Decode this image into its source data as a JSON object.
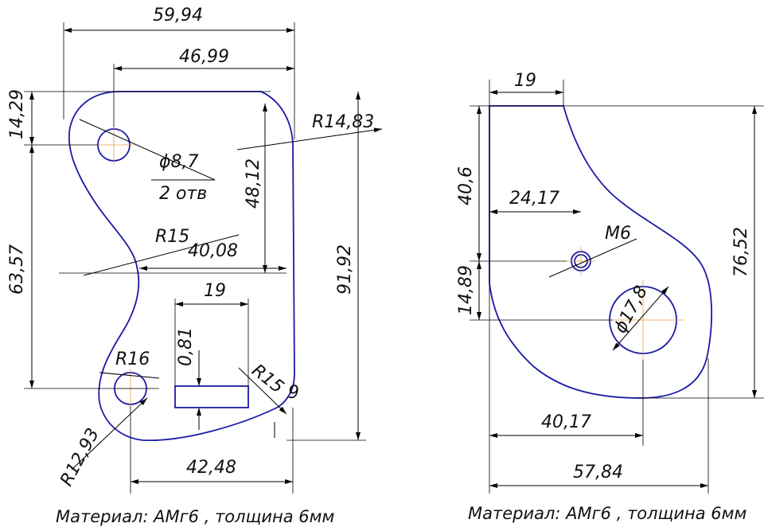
{
  "left_part": {
    "dims": {
      "overall_width": "59,94",
      "hole_to_edge": "46,99",
      "top_offset": "14,29",
      "radius_top_right": "R14,83",
      "hole_dia": "ϕ8,7",
      "hole_count": "2 отв",
      "vert_48": "48,12",
      "radius_waist": "R15",
      "waist_width": "40,08",
      "slot_width": "19",
      "slot_height": "0,81",
      "radius_bottom_right": "R15",
      "small_9": "9",
      "left_height": "63,57",
      "overall_height": "91,92",
      "radius_hole2": "R16",
      "radius_bottom_left": "R12,93",
      "bottom_width": "42,48"
    },
    "note": "Материал: АМг6 , толщина 6мм"
  },
  "right_part": {
    "dims": {
      "top_width": "19",
      "top_height": "40,6",
      "hole_offset": "24,17",
      "thread": "M6",
      "overall_height": "76,52",
      "vert_1489": "14,89",
      "big_hole_dia": "ϕ17,8",
      "hole_center_x": "40,17",
      "overall_width": "57,84"
    },
    "note": "Материал: АМг6 , толщина 6мм"
  },
  "colors": {
    "outline": "#1a1aa6",
    "centerline": "#e0a040",
    "dimension": "#000000"
  }
}
